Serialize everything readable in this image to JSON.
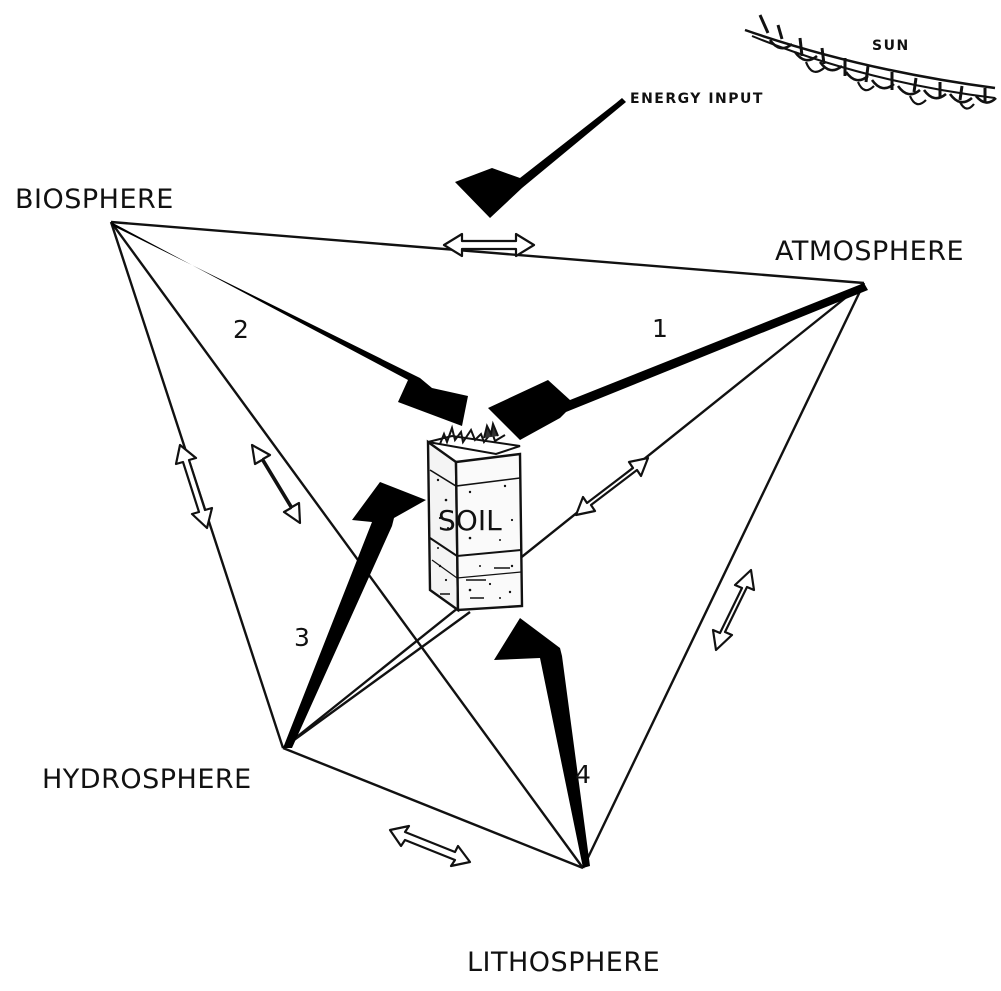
{
  "labels": {
    "sun": "SUN",
    "energy_input": "ENERGY INPUT",
    "biosphere": "BIOSPHERE",
    "atmosphere": "ATMOSPHERE",
    "hydrosphere": "HYDROSPHERE",
    "lithosphere": "LITHOSPHERE",
    "soil": "SOIL"
  },
  "arrow_numbers": {
    "atmosphere_to_soil": "1",
    "biosphere_to_soil": "2",
    "hydrosphere_to_soil": "3",
    "lithosphere_to_soil": "4"
  },
  "colors": {
    "ink": "#111111",
    "background": "#ffffff"
  }
}
